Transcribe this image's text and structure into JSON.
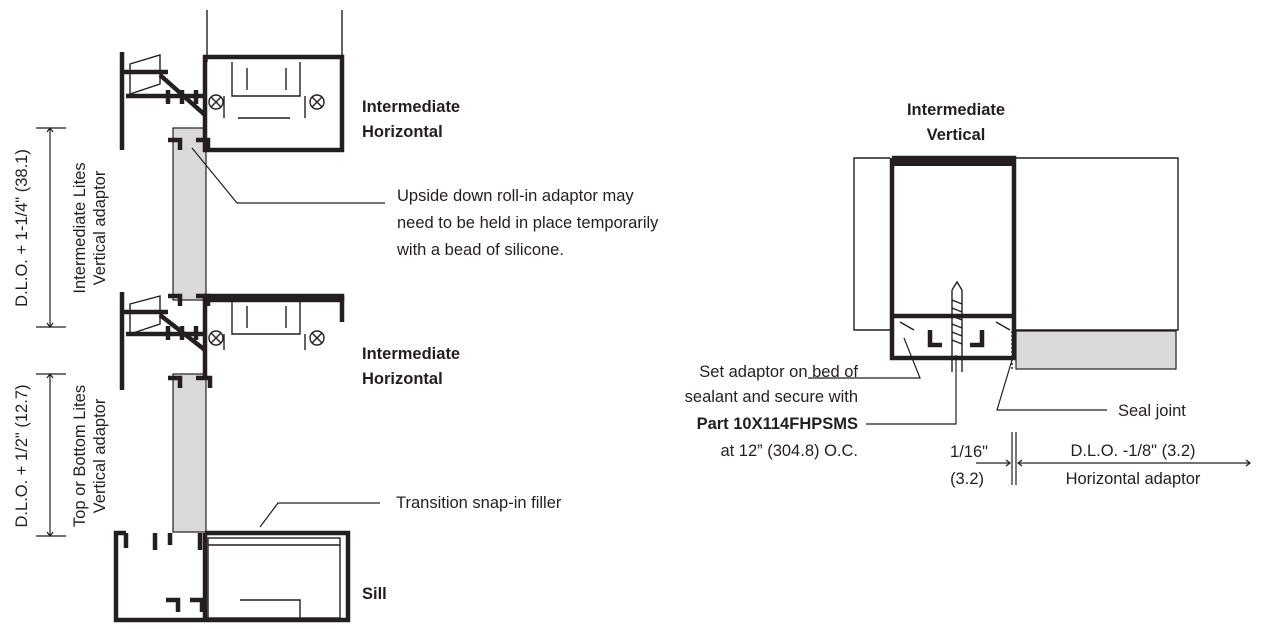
{
  "left_detail": {
    "upper_horizontal_label": [
      "Intermediate",
      "Horizontal"
    ],
    "lower_horizontal_label": [
      "Intermediate",
      "Horizontal"
    ],
    "sill_label": "Sill",
    "callout_rollin": [
      "Upside down roll-in adaptor may",
      "need to be held in place temporarily",
      "with a bead of silicone."
    ],
    "callout_transition": "Transition snap-in filler",
    "dim_intermediate": [
      "D.L.O. + 1-1/4\" (38.1)",
      "Intermediate Lites",
      "Vertical adaptor"
    ],
    "dim_top_bottom": [
      "D.L.O. + 1/2\" (12.7)",
      "Top or Bottom Lites",
      "Vertical adaptor"
    ]
  },
  "right_detail": {
    "vertical_label": [
      "Intermediate",
      "Vertical"
    ],
    "callout_set_adaptor": [
      "Set adaptor on bed of",
      "sealant and secure with"
    ],
    "part_number": "Part 10X114FHPSMS",
    "spacing": "at 12” (304.8) O.C.",
    "seal_joint": "Seal joint",
    "dim_gap": [
      "1/16\"",
      "(3.2)"
    ],
    "dim_dlo": [
      "D.L.O. -1/8\" (3.2)",
      "Horizontal adaptor"
    ]
  },
  "colors": {
    "ink": "#231f20",
    "glass": "#d9d9d9",
    "background": "#ffffff"
  }
}
